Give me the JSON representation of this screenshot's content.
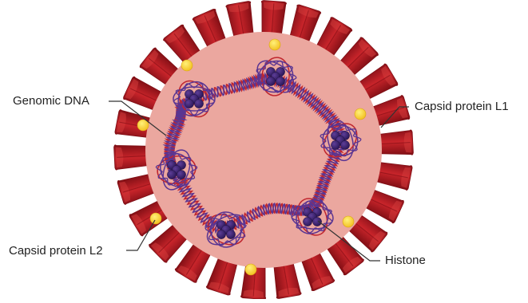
{
  "labels": {
    "genomic_dna": "Genomic DNA",
    "capsid_l1": "Capsid protein L1",
    "capsid_l2": "Capsid protein L2",
    "histone": "Histone"
  },
  "colors": {
    "interior": "#eba79f",
    "capsomere": "#b41c22",
    "capsomere_dark": "#7e0e14",
    "capsomere_light": "#d43a3a",
    "l2_dot": "#f6cd3a",
    "dna_red": "#c0262e",
    "dna_purple": "#5a3592",
    "histone": "#3c2270",
    "leader": "#333333"
  }
}
